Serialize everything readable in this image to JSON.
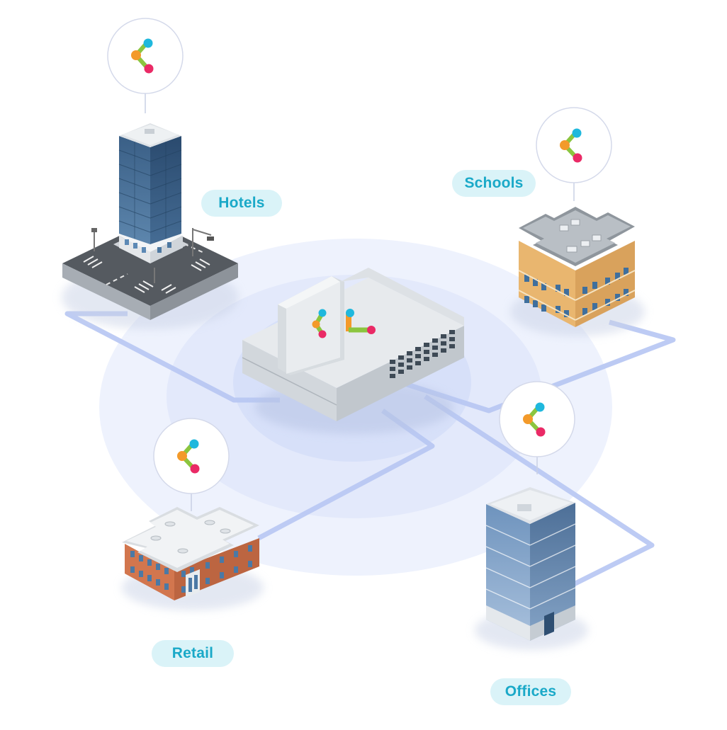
{
  "locations": [
    {
      "id": "hotels",
      "label": "Hotels"
    },
    {
      "id": "schools",
      "label": "Schools"
    },
    {
      "id": "retail",
      "label": "Retail"
    },
    {
      "id": "offices",
      "label": "Offices"
    }
  ],
  "colors": {
    "label_bg": "#daf3f8",
    "label_text": "#1aa9c8",
    "network_line": "#b9c8f3",
    "glow": "#e3e9fb",
    "logo_blue": "#1fb8dd",
    "logo_orange": "#f39a2a",
    "logo_green": "#8bc53f",
    "logo_pink": "#ea2a66"
  }
}
